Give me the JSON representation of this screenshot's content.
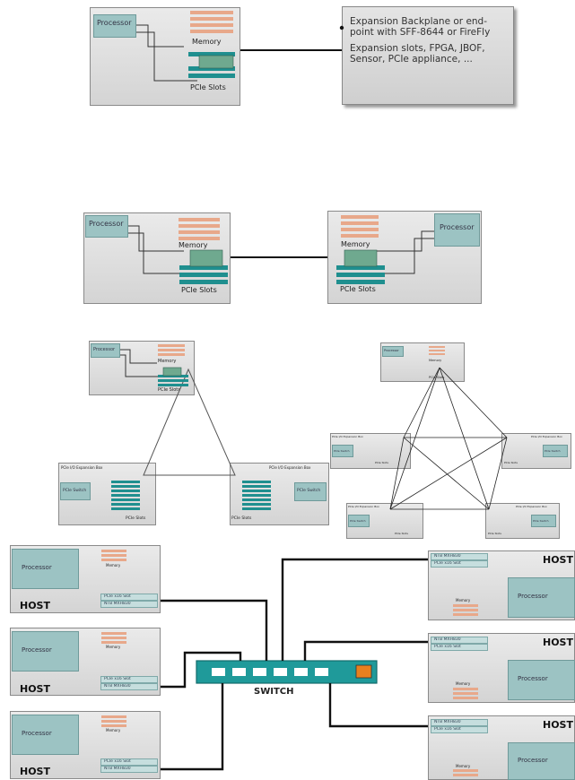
{
  "labels": {
    "processor": "Processor",
    "memory": "Memory",
    "pcie_slots": "PCIe Slots",
    "host": "HOST",
    "switch": "SWITCH",
    "pcie_switch": "PCIe Switch",
    "expansion_box": "PCIe I/O Expansion Box",
    "pcie_x16_slot": "PCIe x16 Slot",
    "ntb": "NTB MXH830",
    "card": "PCIe x16 Slot"
  },
  "note": {
    "line1": "Expansion Backplane or end-point with SFF-8644 or FireFly",
    "line2": "Expansion slots, FPGA, JBOF, Sensor, PCIe appliance, ..."
  },
  "colors": {
    "memory": "#e8a88a",
    "processor": "#9cc3c3",
    "slot": "#1f8f8f",
    "switch": "#1f9a9a",
    "switch_port": "#e8801f"
  }
}
